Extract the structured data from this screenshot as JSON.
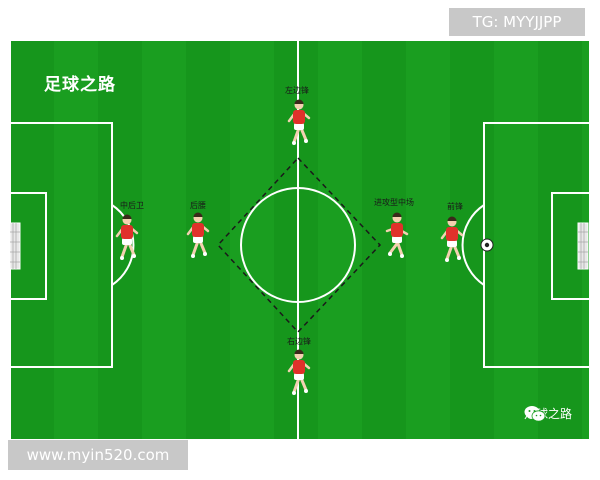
{
  "title": "足球之路",
  "positions": {
    "left_winger": "左边锋",
    "center_back": "中后卫",
    "defensive_mid": "后腰",
    "attacking_mid": "进攻型中场",
    "forward": "前锋",
    "right_winger": "右边锋"
  },
  "wechat_watermark": "足球之路",
  "tg_badge": "TG: MYYJJPP",
  "url_badge": "www.myin520.com",
  "colors": {
    "pitch": "#16961c",
    "pitch_stripe": "#1a9e20",
    "lines": "#ffffff",
    "jersey": "#e0312b",
    "badge_bg": "#c8c8c8"
  },
  "icons": [
    "wechat-icon",
    "goal-net-icon",
    "football-icon",
    "player-figure-icon"
  ]
}
